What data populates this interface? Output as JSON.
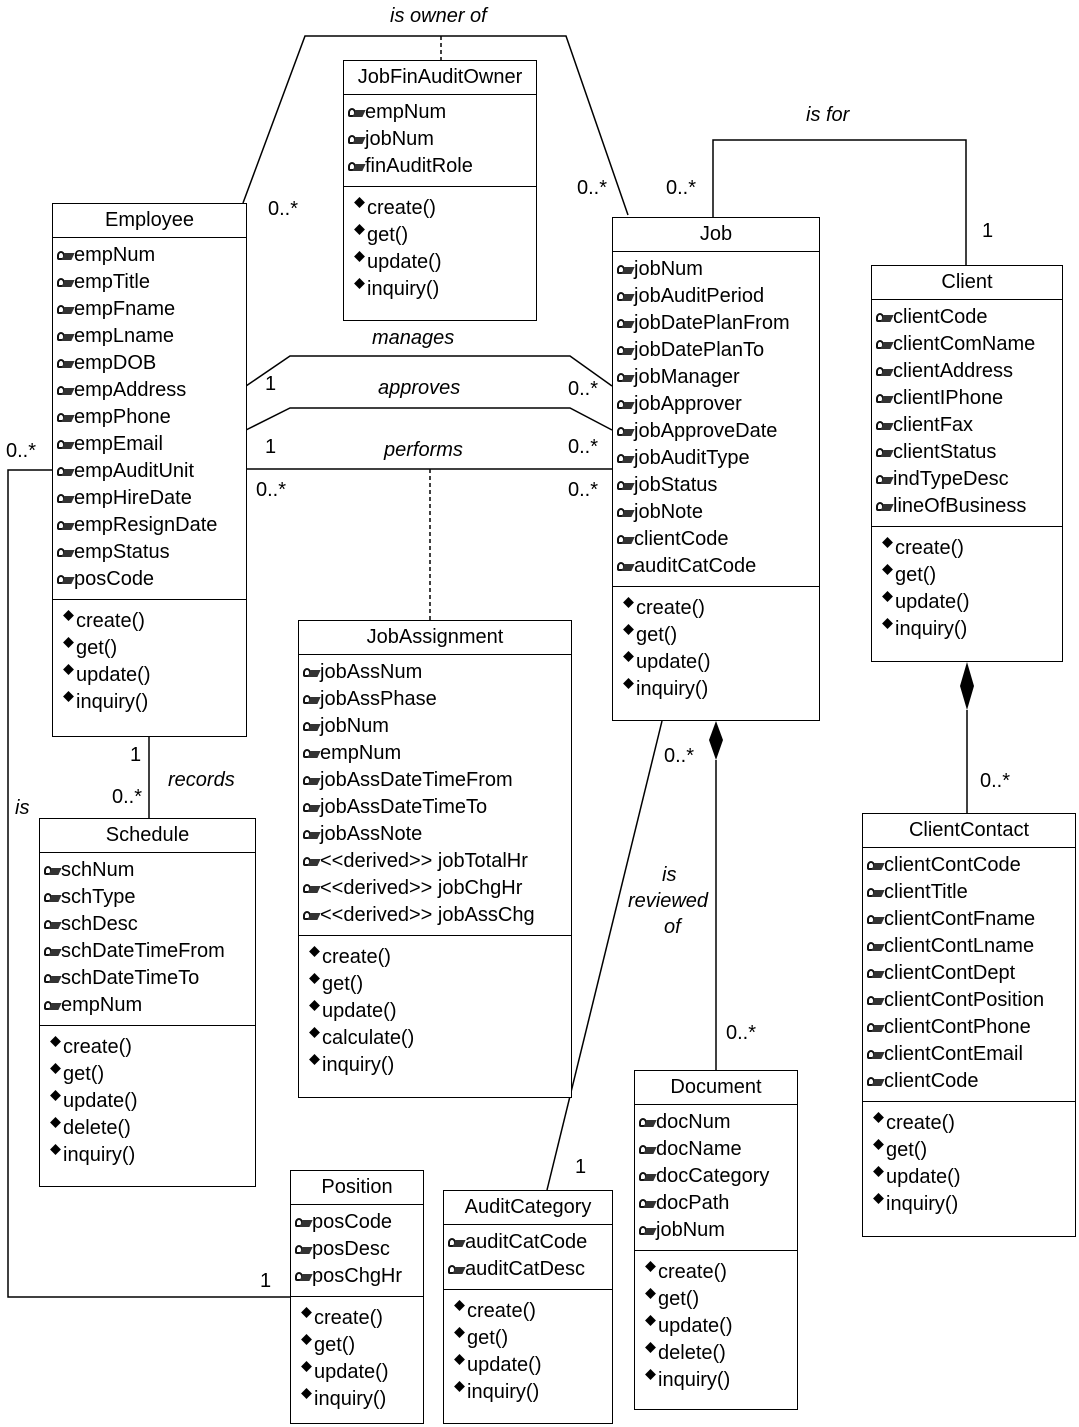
{
  "classes": {
    "jobfinauditowner": {
      "name": "JobFinAuditOwner",
      "attributes": [
        "empNum",
        "jobNum",
        "finAuditRole"
      ],
      "operations": [
        "create()",
        "get()",
        "update()",
        "inquiry()"
      ]
    },
    "employee": {
      "name": "Employee",
      "attributes": [
        "empNum",
        "empTitle",
        "empFname",
        "empLname",
        "empDOB",
        "empAddress",
        "empPhone",
        "empEmail",
        "empAuditUnit",
        "empHireDate",
        "empResignDate",
        "empStatus",
        "posCode"
      ],
      "operations": [
        "create()",
        "get()",
        "update()",
        "inquiry()"
      ]
    },
    "job": {
      "name": "Job",
      "attributes": [
        "jobNum",
        "jobAuditPeriod",
        "jobDatePlanFrom",
        "jobDatePlanTo",
        "jobManager",
        "jobApprover",
        "jobApproveDate",
        "jobAuditType",
        "jobStatus",
        "jobNote",
        "clientCode",
        "auditCatCode"
      ],
      "operations": [
        "create()",
        "get()",
        "update()",
        "inquiry()"
      ]
    },
    "client": {
      "name": "Client",
      "attributes": [
        "clientCode",
        "clientComName",
        "clientAddress",
        "clientIPhone",
        "clientFax",
        "clientStatus",
        "indTypeDesc",
        "lineOfBusiness"
      ],
      "operations": [
        "create()",
        "get()",
        "update()",
        "inquiry()"
      ]
    },
    "jobassignment": {
      "name": "JobAssignment",
      "attributes": [
        "jobAssNum",
        "jobAssPhase",
        "jobNum",
        "empNum",
        "jobAssDateTimeFrom",
        "jobAssDateTimeTo",
        "jobAssNote",
        "<<derived>> jobTotalHr",
        "<<derived>> jobChgHr",
        "<<derived>> jobAssChg"
      ],
      "operations": [
        "create()",
        "get()",
        "update()",
        "calculate()",
        "inquiry()"
      ]
    },
    "schedule": {
      "name": "Schedule",
      "attributes": [
        "schNum",
        "schType",
        "schDesc",
        "schDateTimeFrom",
        "schDateTimeTo",
        "empNum"
      ],
      "operations": [
        "create()",
        "get()",
        "update()",
        "delete()",
        "inquiry()"
      ]
    },
    "clientcontact": {
      "name": "ClientContact",
      "attributes": [
        "clientContCode",
        "clientTitle",
        "clientContFname",
        "clientContLname",
        "clientContDept",
        "clientContPosition",
        "clientContPhone",
        "clientContEmail",
        "clientCode"
      ],
      "operations": [
        "create()",
        "get()",
        "update()",
        "inquiry()"
      ]
    },
    "document": {
      "name": "Document",
      "attributes": [
        "docNum",
        "docName",
        "docCategory",
        "docPath",
        "jobNum"
      ],
      "operations": [
        "create()",
        "get()",
        "update()",
        "delete()",
        "inquiry()"
      ]
    },
    "position": {
      "name": "Position",
      "attributes": [
        "posCode",
        "posDesc",
        "posChgHr"
      ],
      "operations": [
        "create()",
        "get()",
        "update()",
        "inquiry()"
      ]
    },
    "auditcategory": {
      "name": "AuditCategory",
      "attributes": [
        "auditCatCode",
        "auditCatDesc"
      ],
      "operations": [
        "create()",
        "get()",
        "update()",
        "inquiry()"
      ]
    }
  },
  "associations": {
    "is_owner_of": "is owner of",
    "is_for": "is for",
    "manages": "manages",
    "approves": "approves",
    "performs": "performs",
    "records": "records",
    "is": "is",
    "is_reviewed_of_1": "is",
    "is_reviewed_of_2": "reviewed",
    "is_reviewed_of_3": "of"
  },
  "multiplicities": {
    "owner_emp": "0..*",
    "owner_job": "0..*",
    "for_job": "0..*",
    "for_client": "1",
    "approves_emp": "1",
    "approves_job": "0..*",
    "performs_emp": "1",
    "performs_job": "0..*",
    "assign_emp": "0..*",
    "assign_job": "0..*",
    "is_emp": "0..*",
    "is_pos": "1",
    "records_emp": "1",
    "records_sch": "0..*",
    "job_review": "0..*",
    "review_cat": "1",
    "doc_job": "0..*",
    "contact_client": "0..*"
  }
}
